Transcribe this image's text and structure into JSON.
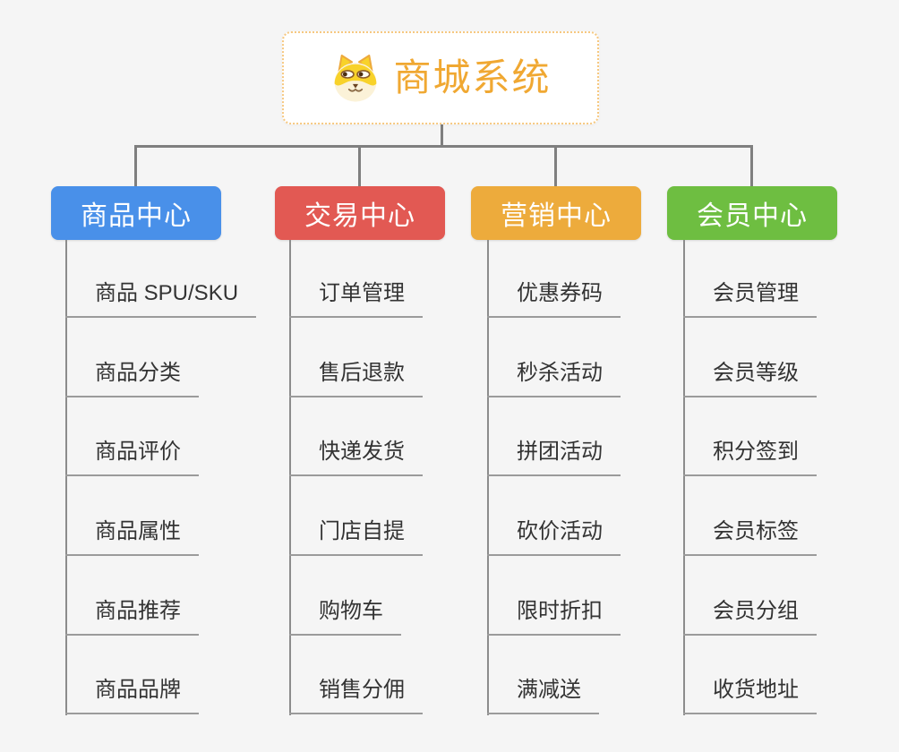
{
  "page": {
    "background": "#F5F5F5"
  },
  "root": {
    "title": "商城系统",
    "icon": "doge-icon",
    "title_color": "#F0A832",
    "border_color": "#F6C880"
  },
  "palette": {
    "connector": "#7F7F7F",
    "branch_vline": "#8C8C8C",
    "leaf_underline": "#9B9B9B",
    "leaf_text": "#333333"
  },
  "branches": [
    {
      "label": "商品中心",
      "color": "#4990E9",
      "children": [
        "商品 SPU/SKU",
        "商品分类",
        "商品评价",
        "商品属性",
        "商品推荐",
        "商品品牌"
      ]
    },
    {
      "label": "交易中心",
      "color": "#E25953",
      "children": [
        "订单管理",
        "售后退款",
        "快递发货",
        "门店自提",
        "购物车",
        "销售分佣"
      ]
    },
    {
      "label": "营销中心",
      "color": "#EDAB3C",
      "children": [
        "优惠券码",
        "秒杀活动",
        "拼团活动",
        "砍价活动",
        "限时折扣",
        "满减送"
      ]
    },
    {
      "label": "会员中心",
      "color": "#6EBE41",
      "children": [
        "会员管理",
        "会员等级",
        "积分签到",
        "会员标签",
        "会员分组",
        "收货地址"
      ]
    }
  ]
}
